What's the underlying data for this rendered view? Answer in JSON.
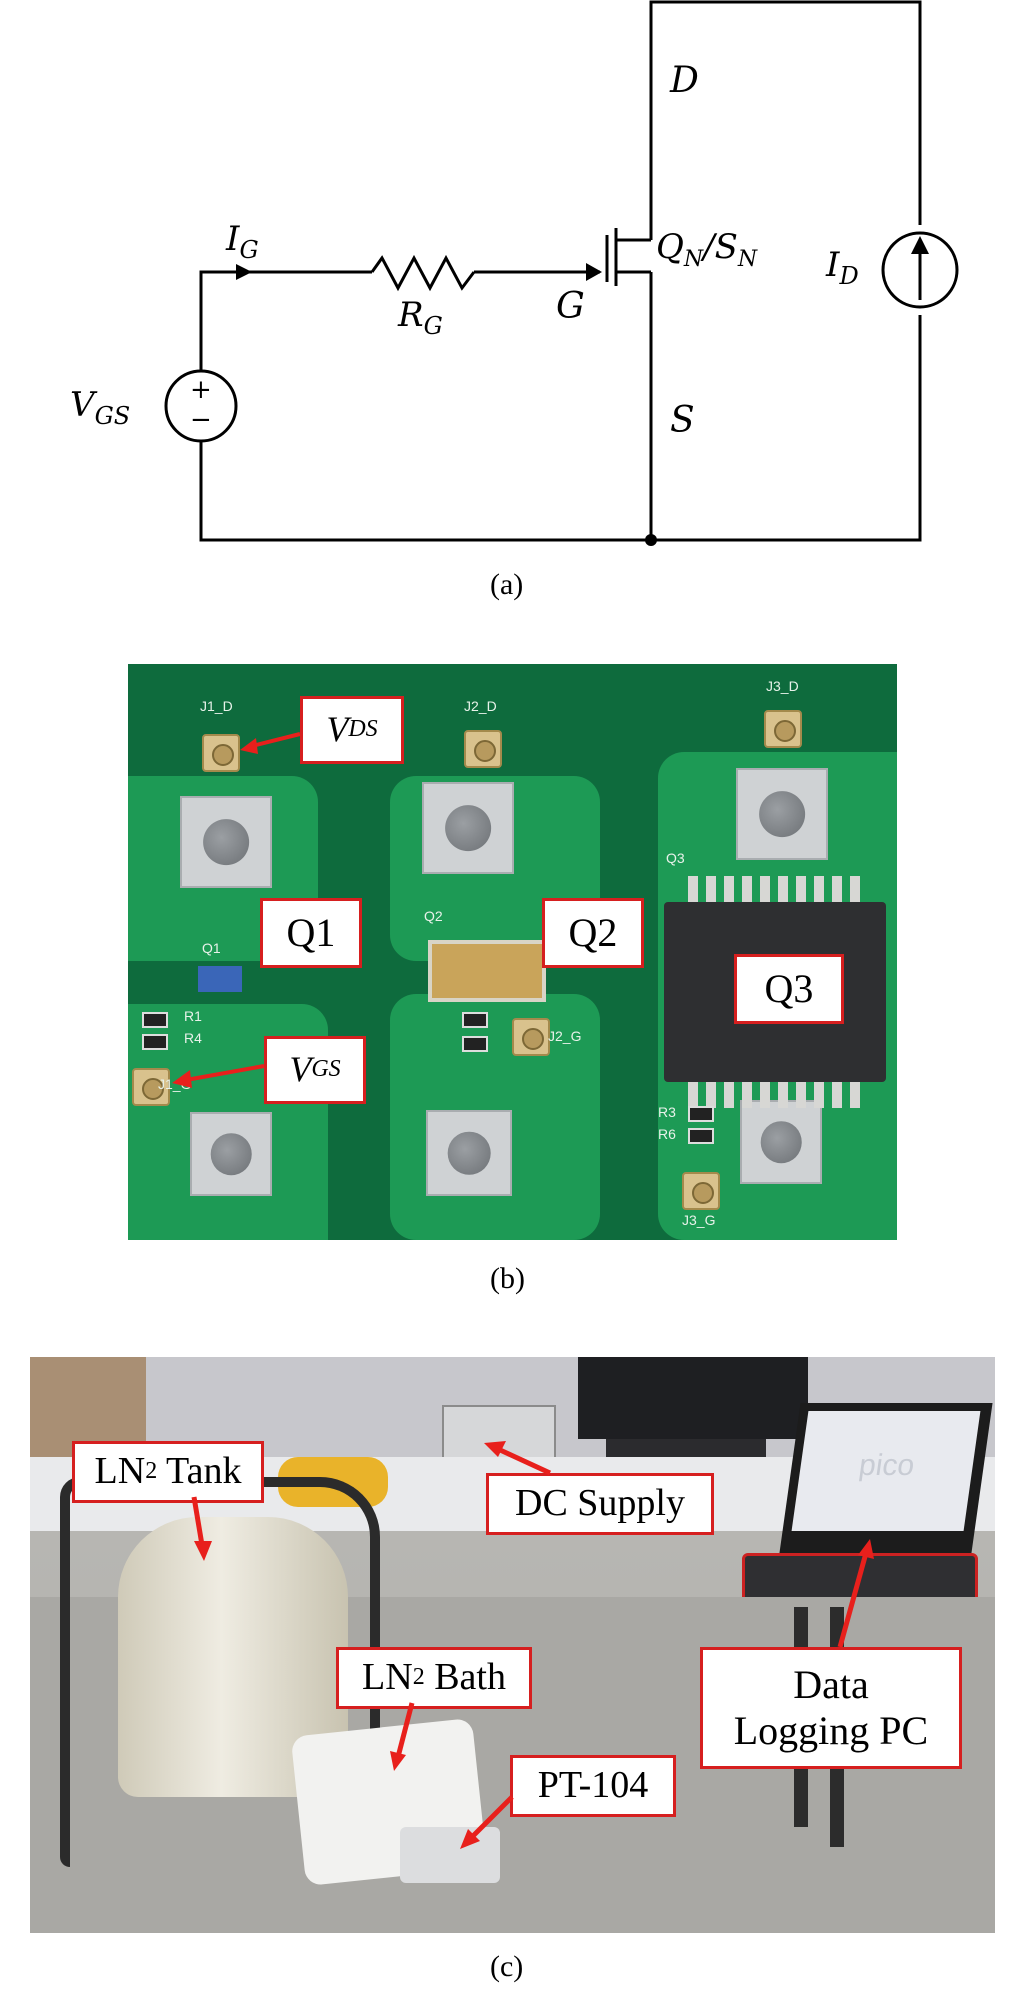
{
  "panel_a": {
    "caption": "(a)",
    "labels": {
      "current_g_main": "I",
      "current_g_sub": "G",
      "resistor_main": "R",
      "resistor_sub": "G",
      "gate": "G",
      "drain": "D",
      "source": "S",
      "transistor_q": "Q",
      "transistor_q_sub": "N",
      "transistor_slash": "/",
      "transistor_s": "S",
      "transistor_s_sub": "N",
      "current_d_main": "I",
      "current_d_sub": "D",
      "vgs_main": "V",
      "vgs_sub": "GS",
      "plus": "+",
      "minus": "−"
    }
  },
  "panel_b": {
    "caption": "(b)",
    "callouts": {
      "vds_main": "V",
      "vds_sub": "DS",
      "vgs_main": "V",
      "vgs_sub": "GS",
      "q1": "Q1",
      "q2": "Q2",
      "q3": "Q3"
    },
    "silkscreen": {
      "j1d": "J1_D",
      "j2d": "J2_D",
      "j3d": "J3_D",
      "j1g": "J1_G",
      "j2g": "J2_G",
      "j3g": "J3_G",
      "q1": "Q1",
      "q2": "Q2",
      "q3": "Q3",
      "r1": "R1",
      "r4": "R4",
      "r3": "R3",
      "r6": "R6"
    }
  },
  "panel_c": {
    "caption": "(c)",
    "callouts": {
      "tank_main": "LN",
      "tank_sub": "2",
      "tank_rest": " Tank",
      "dc_supply": "DC Supply",
      "bath_main": "LN",
      "bath_sub": "2",
      "bath_rest": " Bath",
      "pc_line1": "Data",
      "pc_line2": "Logging PC",
      "pt104": "PT-104"
    },
    "screen_text": "pico"
  },
  "colors": {
    "callout_border": "#d61f1f",
    "arrow": "#e8201c",
    "pcb_green": "#1d9a55"
  }
}
